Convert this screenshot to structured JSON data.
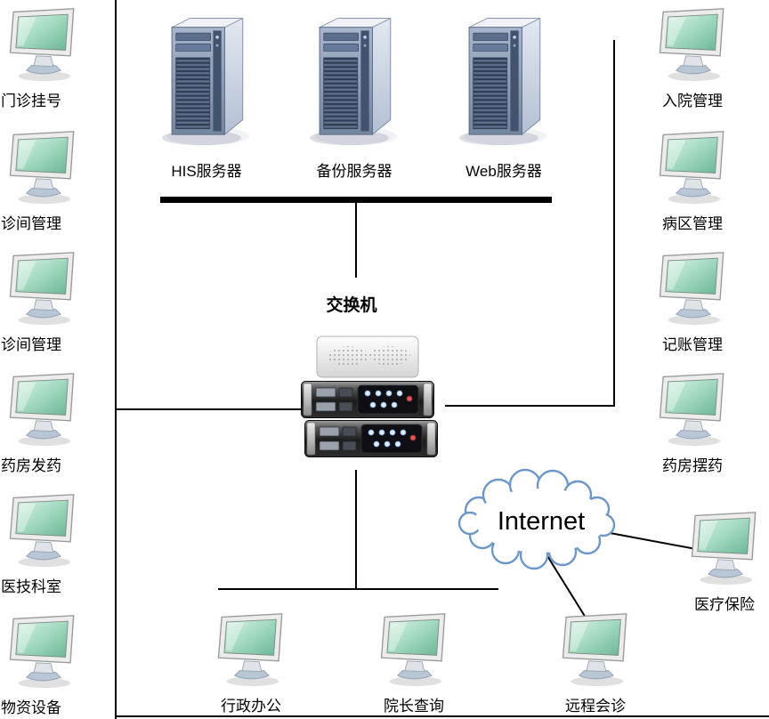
{
  "nodes": {
    "left": [
      "门诊挂号",
      "诊间管理",
      "诊间管理",
      "药房发药",
      "医技科室",
      "物资设备"
    ],
    "right": [
      "入院管理",
      "病区管理",
      "记账管理",
      "药房摆药"
    ],
    "insurance": "医疗保险",
    "bottom": [
      "行政办公",
      "院长查询",
      "远程会诊"
    ]
  },
  "servers": [
    "HIS服务器",
    "备份服务器",
    "Web服务器"
  ],
  "switch": {
    "label": "交换机"
  },
  "internet": {
    "label": "Internet"
  },
  "icons": {
    "workstation": "crt-monitor",
    "server": "tower-server",
    "switch": "rack-switch-stack",
    "internet": "cloud"
  },
  "colors": {
    "line": "#000000",
    "cloud_stroke": "#6d97c8",
    "screen_green": "#a6dcc3",
    "server_blue": "#8fa0bb"
  }
}
